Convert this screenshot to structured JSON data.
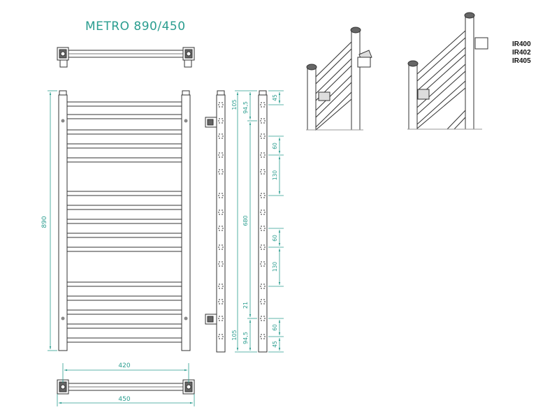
{
  "title": "METRO 890/450",
  "codes": [
    "IR400",
    "IR402",
    "IR405"
  ],
  "dimensions": {
    "height": "890",
    "inner_width": "420",
    "outer_width": "450",
    "top_offset": "105",
    "bottom_offset": "105",
    "center_span": "680",
    "pitch_top": "94,5",
    "pitch_bottom": "94,5",
    "small_gap": "21",
    "seg_45_top": "45",
    "seg_60_a": "60",
    "seg_130_a": "130",
    "seg_60_b": "60",
    "seg_130_b": "130",
    "seg_60_c": "60",
    "seg_45_bottom": "45"
  },
  "colors": {
    "dimension": "#2a9d8f",
    "line": "#333333"
  }
}
